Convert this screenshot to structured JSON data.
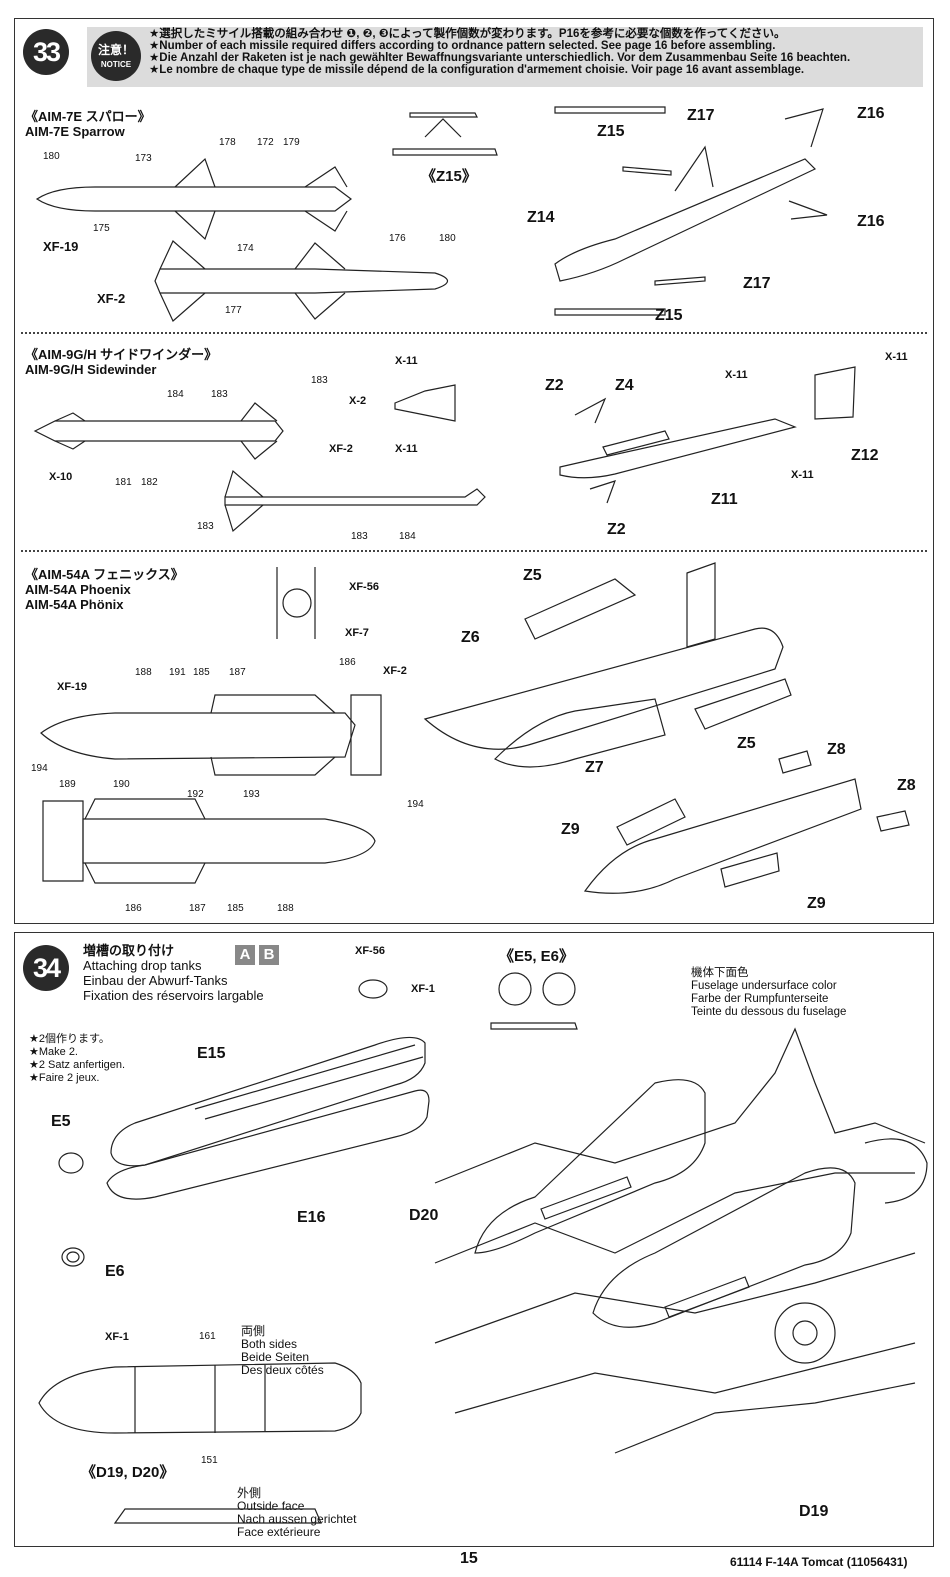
{
  "page": {
    "number": "15",
    "product_code": "61114 F-14A Tomcat (11056431)"
  },
  "step33": {
    "number": "33",
    "notice_badge_top": "注意！",
    "notice_badge_bottom": "NOTICE",
    "notice_lines": [
      "★選択したミサイル搭載の組み合わせ ❶, ❷, ❸によって製作個数が変わります。P16を参考に必要な個数を作ってください。",
      "★Number of each missile required differs according to ordnance pattern selected. See page 16 before assembling.",
      "★Die Anzahl der Raketen ist je nach gewählter Bewaffnungsvariante unterschiedlich. Vor dem Zusammenbau Seite 16 beachten.",
      "★Le nombre de chaque type de missile dépend de la configuration d'armement choisie. Voir page 16 avant assemblage."
    ],
    "sparrow": {
      "title_jp": "《AIM-7E スパロー》",
      "title_en": "AIM-7E Sparrow",
      "z15_tag": "《Z15》",
      "labels": [
        "XF-19",
        "XF-2",
        "Z15",
        "Z17",
        "Z16",
        "Z14",
        "Z16",
        "Z17",
        "Z15"
      ],
      "decals": [
        "180",
        "173",
        "178",
        "172",
        "179",
        "175",
        "174",
        "176",
        "180",
        "177"
      ]
    },
    "sidewinder": {
      "title_jp": "《AIM-9G/H サイドワインダー》",
      "title_en": "AIM-9G/H Sidewinder",
      "labels": [
        "X-11",
        "X-2",
        "X-10",
        "XF-2",
        "X-11",
        "Z2",
        "Z4",
        "X-11",
        "X-11",
        "Z12",
        "Z11",
        "X-11",
        "Z2"
      ],
      "decals": [
        "184",
        "183",
        "183",
        "181",
        "182",
        "183",
        "183",
        "184"
      ]
    },
    "phoenix": {
      "title_jp": "《AIM-54A フェニックス》",
      "title_en": "AIM-54A Phoenix",
      "title_de": "AIM-54A Phönix",
      "labels": [
        "XF-56",
        "XF-7",
        "XF-19",
        "XF-2",
        "Z5",
        "Z6",
        "Z5",
        "Z7",
        "Z8",
        "Z8",
        "Z9",
        "Z9"
      ],
      "decals": [
        "188",
        "191",
        "185",
        "187",
        "186",
        "189",
        "190",
        "192",
        "193",
        "194",
        "194",
        "186",
        "187",
        "185",
        "188"
      ]
    }
  },
  "step34": {
    "number": "34",
    "title_jp": "増槽の取り付け",
    "title_en": "Attaching drop tanks",
    "title_de": "Einbau der Abwurf-Tanks",
    "title_fr": "Fixation des réservoirs largable",
    "option_a": "A",
    "option_b": "B",
    "make2": [
      "★2個作ります。",
      "★Make 2.",
      "★2 Satz anfertigen.",
      "★Faire 2 jeux."
    ],
    "e5e6_tag": "《E5, E6》",
    "undersurface": [
      "機体下面色",
      "Fuselage undersurface color",
      "Farbe der Rumpfunterseite",
      "Teinte du dessous du fuselage"
    ],
    "both_sides": [
      "両側",
      "Both sides",
      "Beide Seiten",
      "Des deux côtés"
    ],
    "outside_face": [
      "外側",
      "Outside face",
      "Nach aussen gerichtet",
      "Face extérieure"
    ],
    "d19d20_tag": "《D19, D20》",
    "labels": {
      "xf56": "XF-56",
      "xf1_top": "XF-1",
      "e15": "E15",
      "e16": "E16",
      "e5": "E5",
      "e6": "E6",
      "d20": "D20",
      "d19": "D19",
      "xf1_bottom": "XF-1"
    },
    "decals": [
      "161",
      "151"
    ]
  }
}
